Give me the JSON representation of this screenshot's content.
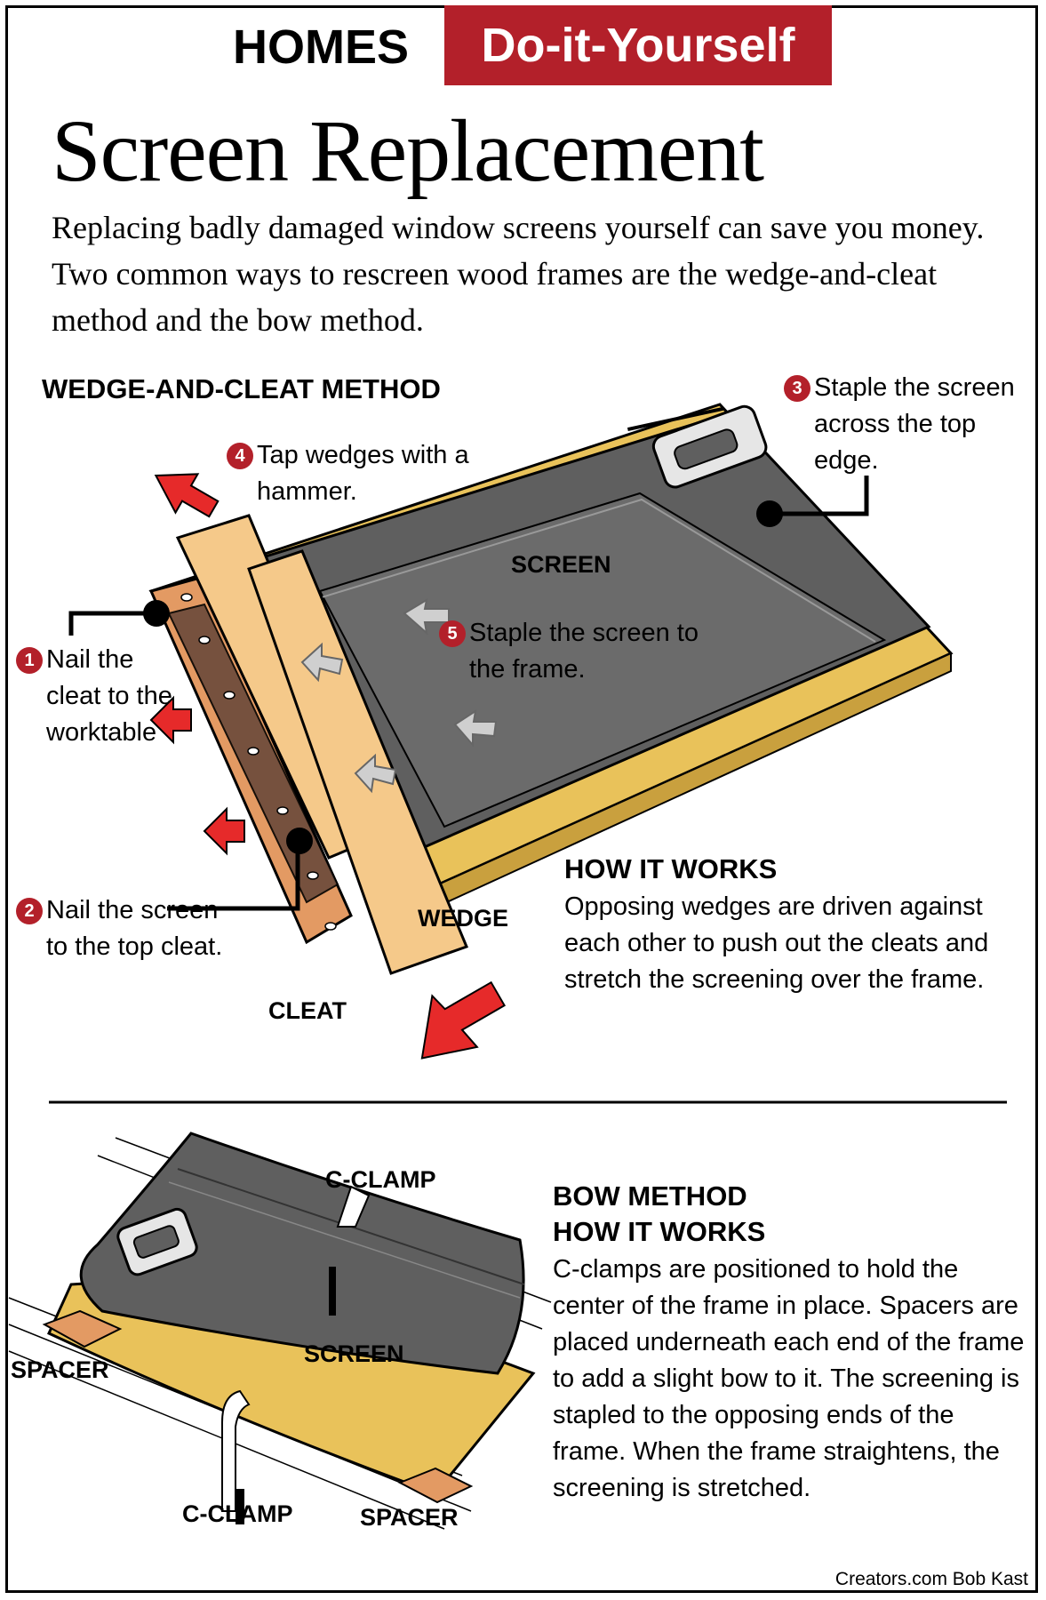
{
  "header": {
    "section": "HOMES",
    "badge": "Do-it-Yourself",
    "title": "Screen Replacement"
  },
  "intro": "Replacing badly damaged window screens yourself can save you money. Two common ways to rescreen wood frames are the wedge-and-cleat method and the bow method.",
  "wedge_method": {
    "heading": "WEDGE-AND-CLEAT METHOD",
    "steps": [
      {
        "num": "1",
        "text": "Nail the cleat to the worktable"
      },
      {
        "num": "2",
        "text": "Nail the screen to the top cleat."
      },
      {
        "num": "3",
        "text": "Staple the screen across the top edge."
      },
      {
        "num": "4",
        "text": "Tap wedges with a hammer."
      },
      {
        "num": "5",
        "text": "Staple the screen to the frame."
      }
    ],
    "labels": {
      "screen": "SCREEN",
      "wedge": "WEDGE",
      "cleat": "CLEAT"
    },
    "how_heading": "HOW IT WORKS",
    "how_text": "Opposing wedges are driven against each other to push out the cleats and stretch the screening over the frame."
  },
  "bow_method": {
    "heading1": "BOW METHOD",
    "heading2": "HOW IT WORKS",
    "text": "C-clamps are positioned to hold the center of the frame in place. Spacers are placed underneath each end of the frame to add a slight bow to it. The screening is stapled to the opposing ends of the frame. When the frame straightens, the screening is stretched.",
    "labels": {
      "c_clamp_top": "C-CLAMP",
      "c_clamp_bottom": "C-CLAMP",
      "screen": "SCREEN",
      "spacer_left": "SPACER",
      "spacer_right": "SPACER"
    }
  },
  "credit": "Creators.com Bob Kast",
  "colors": {
    "accent": "#b3202a",
    "wood": "#f5c98a",
    "frame_yellow": "#e9c25a",
    "screen": "#5f5f5f"
  }
}
